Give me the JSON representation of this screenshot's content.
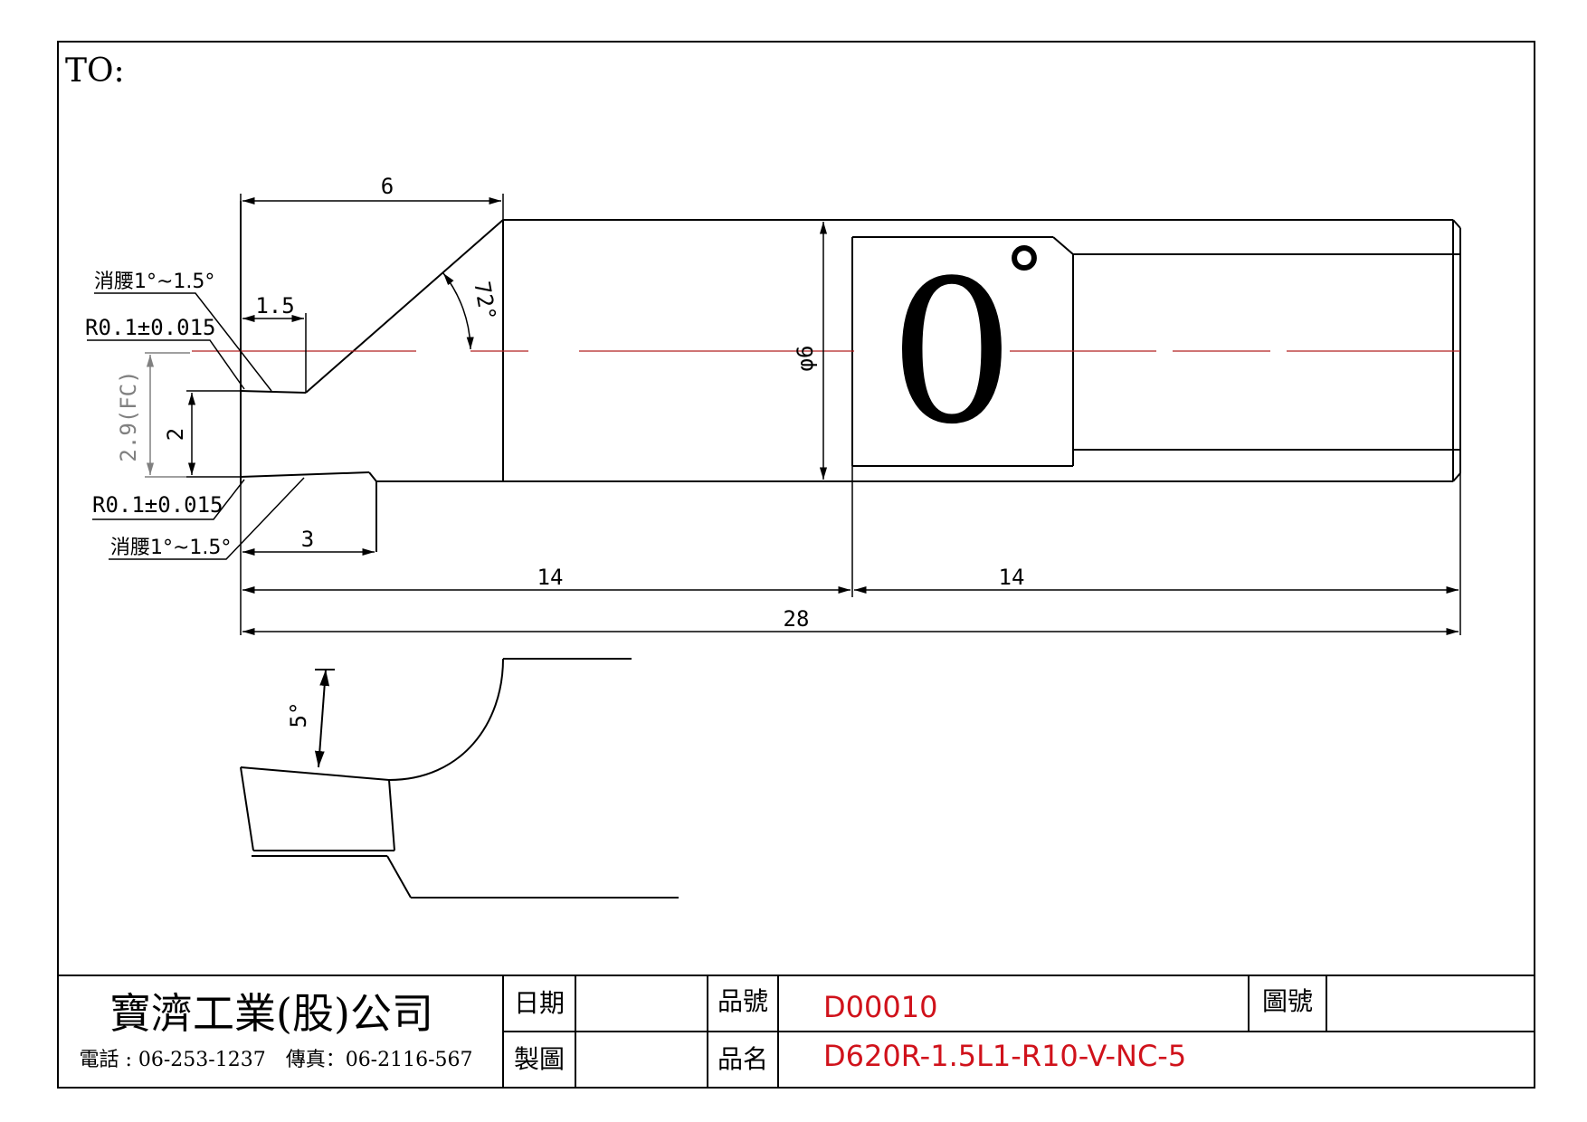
{
  "header": {
    "to_label": "TO:"
  },
  "drawing": {
    "angle_engraving": "0",
    "angle_engraving_degree": "°",
    "dims": {
      "top_length": "6",
      "tip_length": "1.5",
      "chamfer_angle": "72°",
      "height_fc": "2.9(FC)",
      "height": "2",
      "bottom_length": "3",
      "diameter": "φ6",
      "front_half_length": "14",
      "rear_half_length": "14",
      "total_length": "28",
      "clearance_angle": "5°"
    },
    "notes": {
      "top_taper": "消腰1°~1.5°",
      "top_radius": "R0.1±0.015",
      "bottom_radius": "R0.1±0.015",
      "bottom_taper": "消腰1°~1.5°"
    }
  },
  "title_block": {
    "company": "寶濟工業(股)公司",
    "contact": "電話 : 06-253-1237　傳真：06-2116-567",
    "date_label": "日期",
    "drawn_label": "製圖",
    "part_no_label": "品號",
    "part_no": "D00010",
    "part_name_label": "品名",
    "part_name": "D620R-1.5L1-R10-V-NC-5",
    "drawing_no_label": "圖號"
  },
  "colors": {
    "value_text": "#d0121b",
    "center_line": "#b22222",
    "gray_dim": "#808080"
  }
}
